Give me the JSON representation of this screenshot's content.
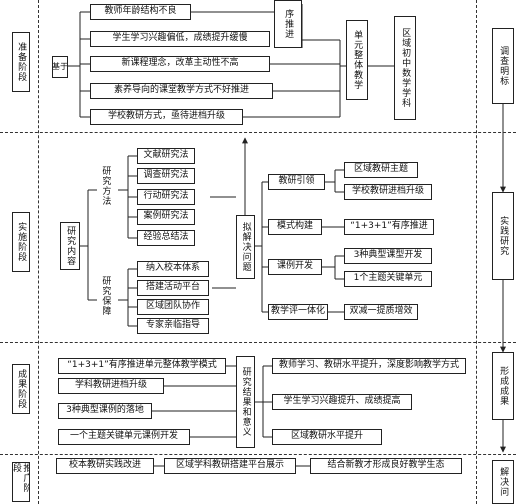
{
  "stages": [
    "准备阶段",
    "实施阶段",
    "成果阶段",
    "推广阶段"
  ],
  "right_flow": [
    "调查明标",
    "实践研究",
    "形成成果",
    "解决问"
  ],
  "prep": {
    "root": "基于",
    "problems": [
      "教师年龄结构不良",
      "学生学习兴趣偏低，成绩提升缓慢",
      "新课程理念，改革主动性不高",
      "素养导向的课堂教学方式不好推进",
      "学校教研方式，亟待进档升级"
    ],
    "order": "序推进",
    "unit": "单元整体教学",
    "region": "区域初中数学学科"
  },
  "impl": {
    "root": "研究内容",
    "methods_label": "研究方法",
    "methods": [
      "文献研究法",
      "调查研究法",
      "行动研究法",
      "案例研究法",
      "经验总结法"
    ],
    "guarantee_label": "研究保障",
    "guarantees": [
      "纳入校本体系",
      "搭建活动平台",
      "区域团队协作",
      "专家亲临指导"
    ],
    "solve": "拟解决问题",
    "problems": [
      {
        "label": "教研引领",
        "items": [
          "区域教研主题",
          "学校教研进档升级"
        ]
      },
      {
        "label": "模式构建",
        "items": [
          "“1+3+1”有序推进"
        ]
      },
      {
        "label": "课例开发",
        "items": [
          "3种典型课型开发",
          "1个主题关键单元"
        ]
      },
      {
        "label": "教学评一体化",
        "items": [
          "双减一提质增效"
        ]
      }
    ]
  },
  "results": {
    "outcomes": [
      "“1+3+1”有序推进单元整体教学模式",
      "学科教研进档升级",
      "3种典型课例的落地",
      "一个主题关键单元课例开发"
    ],
    "middle": "研究结果和意义",
    "impacts": [
      "教师学习、教研水平提升，深度影响教学方式",
      "学生学习兴趣提升、成绩提高",
      "区域教研水平提升"
    ]
  },
  "promo": {
    "items": [
      "校本教研实践改进",
      "区域学科教研搭建平台展示",
      "结合新教才形成良好教学生态"
    ]
  }
}
